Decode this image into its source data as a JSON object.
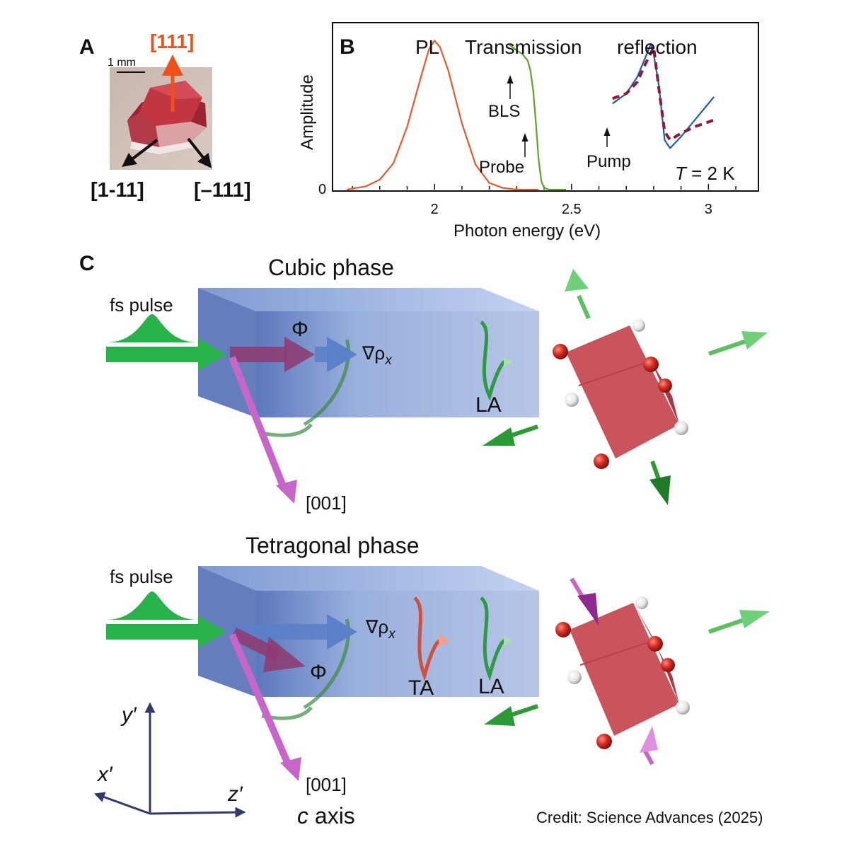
{
  "panel_a": {
    "letter": "A",
    "scale_bar": "1 mm",
    "dir_up": "[111]",
    "dir_left": "[1-11]",
    "dir_right": "[–111]"
  },
  "panel_b": {
    "letter": "B",
    "labels": {
      "pl": "PL",
      "transmission": "Transmission",
      "reflection": "reflection",
      "bls": "BLS",
      "probe": "Probe",
      "pump": "Pump",
      "temp_prefix": "T",
      "temp_rest": " = 2 K"
    },
    "ylabel": "Amplitude",
    "xlabel": "Photon energy (eV)",
    "ytick_zero": "0",
    "xticks": [
      "2",
      "2.5",
      "3"
    ],
    "colors": {
      "pl": "#e8582a",
      "transmission": "#5aa52a",
      "reflection": "#1f5fa8",
      "fit": "#8b1a3a"
    }
  },
  "chart_data": {
    "type": "line",
    "xlabel": "Photon energy (eV)",
    "ylabel": "Amplitude",
    "xlim": [
      1.63,
      3.18
    ],
    "ylim": [
      0,
      1.0
    ],
    "xticks": [
      2,
      2.5,
      3
    ],
    "series": [
      {
        "name": "PL",
        "x": [
          1.68,
          1.75,
          1.8,
          1.85,
          1.9,
          1.95,
          1.98,
          2.0,
          2.02,
          2.05,
          2.1,
          2.15,
          2.2,
          2.25,
          2.3,
          2.38
        ],
        "y": [
          0.0,
          0.02,
          0.06,
          0.16,
          0.38,
          0.68,
          0.85,
          0.9,
          0.86,
          0.72,
          0.4,
          0.15,
          0.04,
          0.01,
          0.0,
          0.0
        ]
      },
      {
        "name": "Transmission",
        "x": [
          2.27,
          2.3,
          2.32,
          2.34,
          2.35,
          2.36,
          2.37,
          2.38,
          2.39,
          2.4,
          2.42,
          2.45,
          2.48
        ],
        "y": [
          0.88,
          0.84,
          0.82,
          0.78,
          0.72,
          0.6,
          0.4,
          0.18,
          0.05,
          0.01,
          0.0,
          0.0,
          0.0
        ]
      },
      {
        "name": "reflection",
        "x": [
          2.65,
          2.7,
          2.74,
          2.77,
          2.79,
          2.8,
          2.82,
          2.84,
          2.86,
          2.9,
          2.95,
          3.02
        ],
        "y": [
          0.52,
          0.58,
          0.68,
          0.8,
          0.88,
          0.82,
          0.62,
          0.3,
          0.25,
          0.32,
          0.42,
          0.56
        ]
      },
      {
        "name": "fit",
        "x": [
          2.65,
          2.7,
          2.74,
          2.77,
          2.8,
          2.82,
          2.84,
          2.86,
          2.9,
          2.95,
          3.02
        ],
        "y": [
          0.55,
          0.58,
          0.65,
          0.76,
          0.86,
          0.6,
          0.35,
          0.3,
          0.34,
          0.38,
          0.42
        ]
      }
    ],
    "annotations": [
      "PL",
      "Transmission",
      "reflection",
      "BLS",
      "Probe",
      "Pump",
      "T = 2 K"
    ]
  },
  "panel_c": {
    "letter": "C",
    "cubic": {
      "title": "Cubic phase",
      "fs_pulse": "fs pulse",
      "phi": "Φ",
      "grad_rho": "∇ρ",
      "grad_sub": "x",
      "la": "LA",
      "dir": "[001]"
    },
    "tetragonal": {
      "title": "Tetragonal phase",
      "fs_pulse": "fs pulse",
      "phi": "Φ",
      "grad_rho": "∇ρ",
      "grad_sub": "x",
      "ta": "TA",
      "la": "LA",
      "dir": "[001]",
      "c_axis_c": "c",
      "c_axis_rest": " axis"
    },
    "axes": {
      "y": "y′",
      "x": "x′",
      "z": "z′"
    },
    "colors": {
      "slab": "#8aa3d8",
      "beam": "#27b24a",
      "phi_arrow": "#8e3a6e",
      "grad_arrow": "#5b7fc8",
      "dir_arrow": "#c766c8",
      "cube": "#c9545c",
      "atom_red": "#d42a22",
      "atom_white": "#e8e8e8"
    }
  },
  "credit": "Credit: Science Advances (2025)"
}
